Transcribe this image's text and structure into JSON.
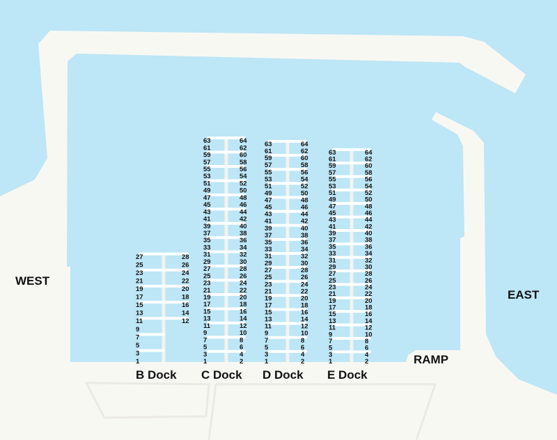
{
  "areas": {
    "west": "WEST",
    "east": "EAST",
    "ramp": "RAMP"
  },
  "colors": {
    "water": "#bde6f6",
    "land": "#f8f8f3",
    "dock": "#ffffff",
    "text": "#111111"
  },
  "docks": [
    {
      "name": "B Dock",
      "slips": 28
    },
    {
      "name": "C Dock",
      "slips": 64
    },
    {
      "name": "D Dock",
      "slips": 64
    },
    {
      "name": "E Dock",
      "slips": 64
    }
  ]
}
